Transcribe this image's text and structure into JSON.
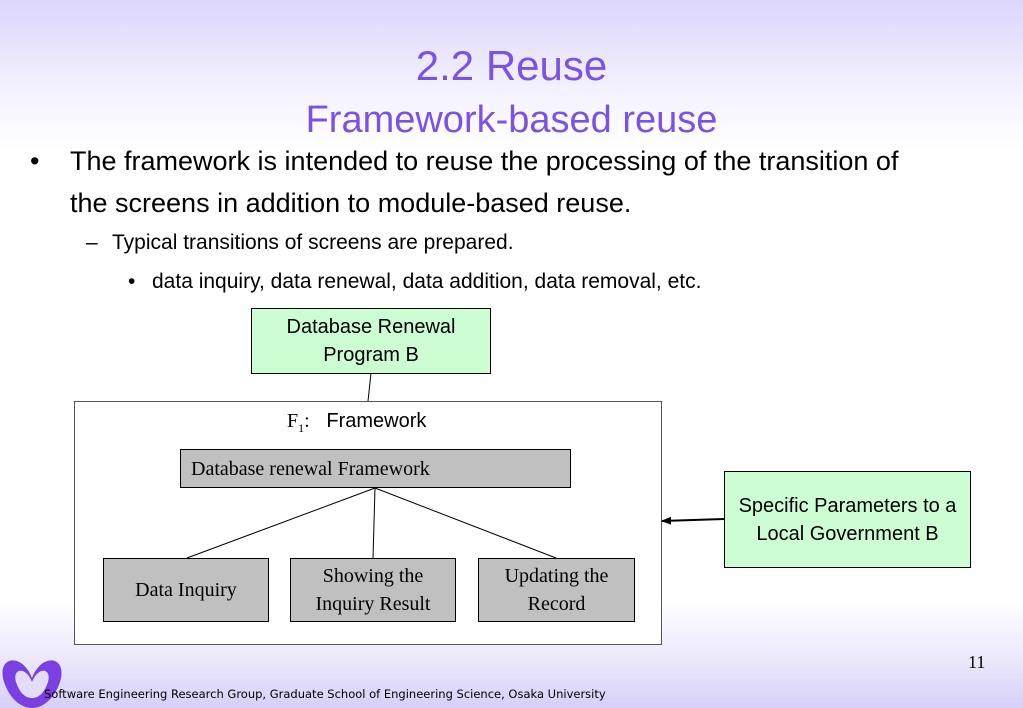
{
  "title": {
    "main": "2.2 Reuse",
    "sub": "Framework-based reuse"
  },
  "bullets": {
    "level1": {
      "marker": "•",
      "text": "The framework is intended to reuse the processing of the transition of the screens in addition to module-based reuse."
    },
    "level2": {
      "marker": "–",
      "text": "Typical transitions of screens are prepared."
    },
    "level3": {
      "marker": "•",
      "text": "data inquiry, data renewal, data addition, data removal, etc."
    }
  },
  "diagram": {
    "program_box": "Database Renewal Program B",
    "framework_label": {
      "symbol": "F",
      "subscript": "1",
      "separator": ":",
      "text": "Framework"
    },
    "framework_root": "Database renewal Framework",
    "children": [
      "Data Inquiry",
      "Showing the Inquiry Result",
      "Updating the Record"
    ],
    "parameters_box": "Specific Parameters to a Local Government B",
    "colors": {
      "green_box": "#ccfdd3",
      "gray_box": "#c0c0c0",
      "title": "#7b52e6",
      "logo": "#7b3fe4"
    }
  },
  "footer": {
    "text": "Software Engineering Research Group, Graduate School of Engineering Science, Osaka University",
    "page_number": "11",
    "logo_icon": "osaka-university-icho-logo"
  }
}
